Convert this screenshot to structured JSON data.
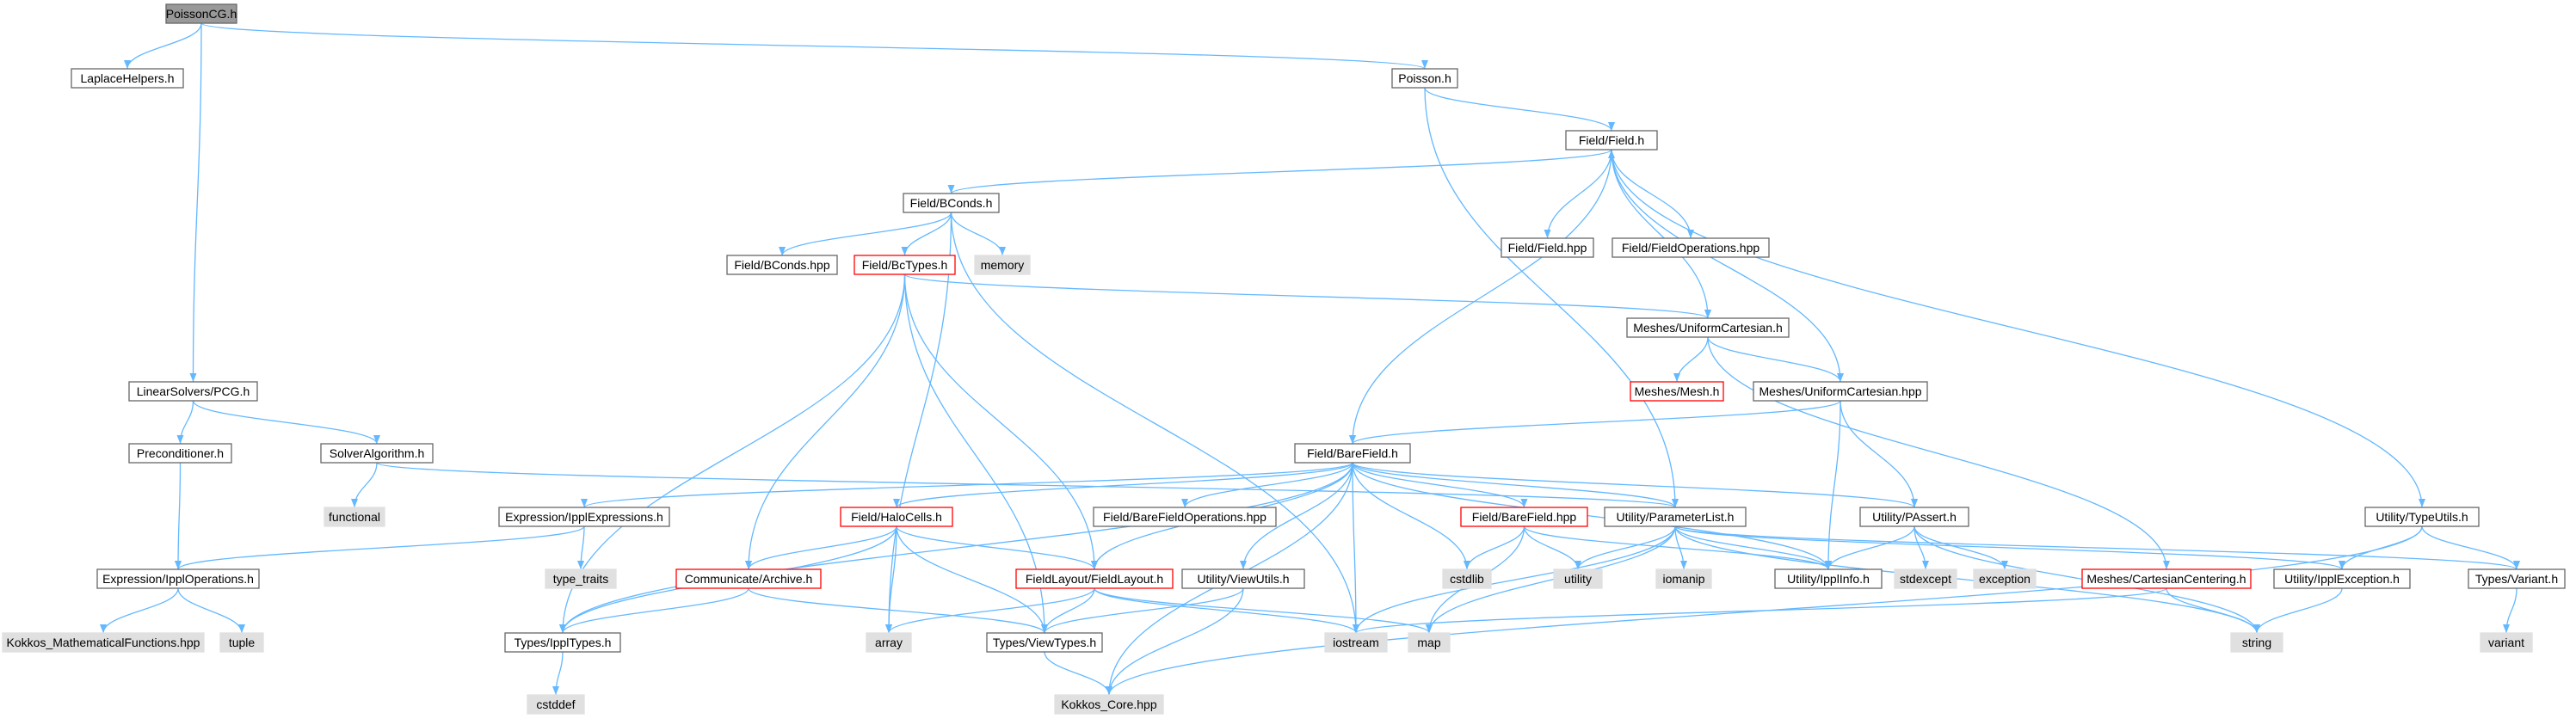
{
  "colors": {
    "edge": "#63b8ff",
    "node_fill": "#ffffff",
    "node_border": "#666666",
    "root_fill": "#999999",
    "external_fill": "#e0e0e0",
    "truncated_border": "#ff0000"
  },
  "nodes": [
    {
      "id": "poissoncg",
      "label": "PoissonCG.h",
      "kind": "root"
    },
    {
      "id": "laplacehelpers",
      "label": "LaplaceHelpers.h",
      "kind": "normal"
    },
    {
      "id": "poisson",
      "label": "Poisson.h",
      "kind": "normal"
    },
    {
      "id": "field_field_h",
      "label": "Field/Field.h",
      "kind": "normal"
    },
    {
      "id": "field_bconds_h",
      "label": "Field/BConds.h",
      "kind": "normal"
    },
    {
      "id": "field_field_hpp",
      "label": "Field/Field.hpp",
      "kind": "normal"
    },
    {
      "id": "field_fieldops_hpp",
      "label": "Field/FieldOperations.hpp",
      "kind": "normal"
    },
    {
      "id": "field_bconds_hpp",
      "label": "Field/BConds.hpp",
      "kind": "normal"
    },
    {
      "id": "field_bctypes_h",
      "label": "Field/BcTypes.h",
      "kind": "truncated"
    },
    {
      "id": "memory",
      "label": "memory",
      "kind": "external"
    },
    {
      "id": "meshes_uc_h",
      "label": "Meshes/UniformCartesian.h",
      "kind": "normal"
    },
    {
      "id": "meshes_mesh_h",
      "label": "Meshes/Mesh.h",
      "kind": "truncated"
    },
    {
      "id": "meshes_uc_hpp",
      "label": "Meshes/UniformCartesian.hpp",
      "kind": "normal"
    },
    {
      "id": "linsolvers_pcg",
      "label": "LinearSolvers/PCG.h",
      "kind": "normal"
    },
    {
      "id": "preconditioner",
      "label": "Preconditioner.h",
      "kind": "normal"
    },
    {
      "id": "solveralgorithm",
      "label": "SolverAlgorithm.h",
      "kind": "normal"
    },
    {
      "id": "functional",
      "label": "functional",
      "kind": "external"
    },
    {
      "id": "field_barefield_h",
      "label": "Field/BareField.h",
      "kind": "normal"
    },
    {
      "id": "expr_ipplexpr",
      "label": "Expression/IpplExpressions.h",
      "kind": "normal"
    },
    {
      "id": "type_traits",
      "label": "type_traits",
      "kind": "external"
    },
    {
      "id": "field_halocells",
      "label": "Field/HaloCells.h",
      "kind": "truncated"
    },
    {
      "id": "field_barefieldops",
      "label": "Field/BareFieldOperations.hpp",
      "kind": "normal"
    },
    {
      "id": "field_barefield_hpp",
      "label": "Field/BareField.hpp",
      "kind": "truncated"
    },
    {
      "id": "utility_paramlist",
      "label": "Utility/ParameterList.h",
      "kind": "normal"
    },
    {
      "id": "utility_passert",
      "label": "Utility/PAssert.h",
      "kind": "normal"
    },
    {
      "id": "utility_typeutils",
      "label": "Utility/TypeUtils.h",
      "kind": "normal"
    },
    {
      "id": "expr_ipplops",
      "label": "Expression/IpplOperations.h",
      "kind": "normal"
    },
    {
      "id": "communicate_archive",
      "label": "Communicate/Archive.h",
      "kind": "truncated"
    },
    {
      "id": "fieldlayout",
      "label": "FieldLayout/FieldLayout.h",
      "kind": "truncated"
    },
    {
      "id": "utility_viewutils",
      "label": "Utility/ViewUtils.h",
      "kind": "normal"
    },
    {
      "id": "cstdlib",
      "label": "cstdlib",
      "kind": "external"
    },
    {
      "id": "utility",
      "label": "utility",
      "kind": "external"
    },
    {
      "id": "iomanip",
      "label": "iomanip",
      "kind": "external"
    },
    {
      "id": "utility_ipplinfo",
      "label": "Utility/IpplInfo.h",
      "kind": "normal"
    },
    {
      "id": "stdexcept",
      "label": "stdexcept",
      "kind": "external"
    },
    {
      "id": "exception",
      "label": "exception",
      "kind": "external"
    },
    {
      "id": "meshes_cartcenter",
      "label": "Meshes/CartesianCentering.h",
      "kind": "truncated"
    },
    {
      "id": "utility_ipplexception",
      "label": "Utility/IpplException.h",
      "kind": "normal"
    },
    {
      "id": "types_variant_h",
      "label": "Types/Variant.h",
      "kind": "normal"
    },
    {
      "id": "kokkos_mathfn",
      "label": "Kokkos_MathematicalFunctions.hpp",
      "kind": "external"
    },
    {
      "id": "tuple",
      "label": "tuple",
      "kind": "external"
    },
    {
      "id": "types_ippltypes",
      "label": "Types/IpplTypes.h",
      "kind": "normal"
    },
    {
      "id": "array",
      "label": "array",
      "kind": "external"
    },
    {
      "id": "types_viewtypes",
      "label": "Types/ViewTypes.h",
      "kind": "normal"
    },
    {
      "id": "iostream",
      "label": "iostream",
      "kind": "external"
    },
    {
      "id": "map",
      "label": "map",
      "kind": "external"
    },
    {
      "id": "string",
      "label": "string",
      "kind": "external"
    },
    {
      "id": "variant",
      "label": "variant",
      "kind": "external"
    },
    {
      "id": "cstddef",
      "label": "cstddef",
      "kind": "external"
    },
    {
      "id": "kokkos_core",
      "label": "Kokkos_Core.hpp",
      "kind": "external"
    }
  ],
  "edges": [
    [
      "poissoncg",
      "laplacehelpers"
    ],
    [
      "poissoncg",
      "poisson"
    ],
    [
      "poissoncg",
      "linsolvers_pcg"
    ],
    [
      "poisson",
      "field_field_h"
    ],
    [
      "poisson",
      "utility_paramlist"
    ],
    [
      "field_field_h",
      "field_bconds_h"
    ],
    [
      "field_field_h",
      "field_field_hpp"
    ],
    [
      "field_field_h",
      "field_fieldops_hpp"
    ],
    [
      "field_field_h",
      "meshes_uc_h"
    ],
    [
      "field_field_h",
      "field_barefield_h"
    ],
    [
      "field_field_h",
      "utility_typeutils"
    ],
    [
      "meshes_uc_hpp",
      "field_field_h"
    ],
    [
      "field_bconds_h",
      "field_bconds_hpp"
    ],
    [
      "field_bconds_h",
      "field_bctypes_h"
    ],
    [
      "field_bconds_h",
      "memory"
    ],
    [
      "field_bconds_h",
      "iostream"
    ],
    [
      "field_bconds_h",
      "array"
    ],
    [
      "field_bctypes_h",
      "meshes_uc_h"
    ],
    [
      "field_bctypes_h",
      "types_ippltypes"
    ],
    [
      "field_bctypes_h",
      "communicate_archive"
    ],
    [
      "field_bctypes_h",
      "fieldlayout"
    ],
    [
      "field_bctypes_h",
      "types_viewtypes"
    ],
    [
      "meshes_uc_h",
      "meshes_mesh_h"
    ],
    [
      "meshes_uc_h",
      "meshes_uc_hpp"
    ],
    [
      "meshes_uc_h",
      "meshes_cartcenter"
    ],
    [
      "meshes_uc_hpp",
      "field_barefield_h"
    ],
    [
      "meshes_uc_hpp",
      "utility_passert"
    ],
    [
      "meshes_uc_hpp",
      "utility_ipplinfo"
    ],
    [
      "linsolvers_pcg",
      "preconditioner"
    ],
    [
      "linsolvers_pcg",
      "solveralgorithm"
    ],
    [
      "preconditioner",
      "expr_ipplops"
    ],
    [
      "solveralgorithm",
      "functional"
    ],
    [
      "solveralgorithm",
      "utility_paramlist"
    ],
    [
      "field_barefield_h",
      "expr_ipplexpr"
    ],
    [
      "field_barefield_h",
      "field_halocells"
    ],
    [
      "field_barefield_h",
      "field_barefieldops"
    ],
    [
      "field_barefield_h",
      "field_barefield_hpp"
    ],
    [
      "field_barefield_h",
      "utility_paramlist"
    ],
    [
      "field_barefield_h",
      "utility_passert"
    ],
    [
      "field_barefield_h",
      "fieldlayout"
    ],
    [
      "field_barefield_h",
      "utility_viewutils"
    ],
    [
      "field_barefield_h",
      "cstdlib"
    ],
    [
      "field_barefield_h",
      "iostream"
    ],
    [
      "field_barefield_h",
      "types_ippltypes"
    ],
    [
      "field_barefield_h",
      "utility_ipplinfo"
    ],
    [
      "field_barefield_h",
      "kokkos_core"
    ],
    [
      "expr_ipplexpr",
      "expr_ipplops"
    ],
    [
      "expr_ipplexpr",
      "type_traits"
    ],
    [
      "expr_ipplops",
      "kokkos_mathfn"
    ],
    [
      "expr_ipplops",
      "tuple"
    ],
    [
      "field_halocells",
      "communicate_archive"
    ],
    [
      "field_halocells",
      "fieldlayout"
    ],
    [
      "field_halocells",
      "array"
    ],
    [
      "field_halocells",
      "types_ippltypes"
    ],
    [
      "field_halocells",
      "types_viewtypes"
    ],
    [
      "communicate_archive",
      "types_ippltypes"
    ],
    [
      "communicate_archive",
      "types_viewtypes"
    ],
    [
      "fieldlayout",
      "types_viewtypes"
    ],
    [
      "fieldlayout",
      "array"
    ],
    [
      "fieldlayout",
      "iostream"
    ],
    [
      "fieldlayout",
      "map"
    ],
    [
      "utility_viewutils",
      "types_viewtypes"
    ],
    [
      "utility_viewutils",
      "kokkos_core"
    ],
    [
      "field_barefield_hpp",
      "cstdlib"
    ],
    [
      "field_barefield_hpp",
      "utility"
    ],
    [
      "field_barefield_hpp",
      "map"
    ],
    [
      "field_barefield_hpp",
      "utility_ipplinfo"
    ],
    [
      "utility_paramlist",
      "utility"
    ],
    [
      "utility_paramlist",
      "iomanip"
    ],
    [
      "utility_paramlist",
      "iostream"
    ],
    [
      "utility_paramlist",
      "map"
    ],
    [
      "utility_paramlist",
      "string"
    ],
    [
      "utility_paramlist",
      "utility_ipplexception"
    ],
    [
      "utility_paramlist",
      "types_variant_h"
    ],
    [
      "utility_paramlist",
      "utility_ipplinfo"
    ],
    [
      "utility_passert",
      "utility_ipplinfo"
    ],
    [
      "utility_passert",
      "stdexcept"
    ],
    [
      "utility_passert",
      "exception"
    ],
    [
      "utility_passert",
      "string"
    ],
    [
      "utility_typeutils",
      "utility_ipplexception"
    ],
    [
      "utility_typeutils",
      "types_variant_h"
    ],
    [
      "utility_typeutils",
      "kokkos_core"
    ],
    [
      "utility_ipplexception",
      "string"
    ],
    [
      "types_variant_h",
      "variant"
    ],
    [
      "meshes_cartcenter",
      "iostream"
    ],
    [
      "meshes_cartcenter",
      "string"
    ],
    [
      "types_ippltypes",
      "cstddef"
    ],
    [
      "types_viewtypes",
      "kokkos_core"
    ]
  ]
}
